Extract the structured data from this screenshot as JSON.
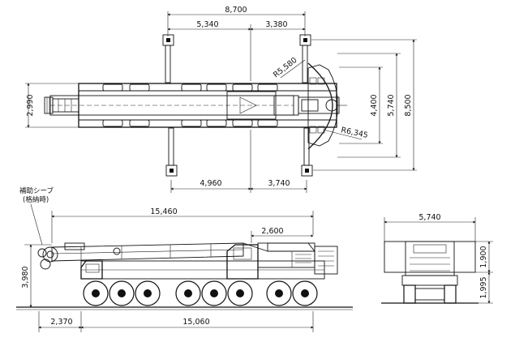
{
  "top_view": {
    "overall_outrigger_span": "8,700",
    "front_outrigger_to_center": "5,340",
    "center_to_rear_outrigger": "3,380",
    "lower_front_span": "4,960",
    "lower_rear_span": "3,740",
    "counterweight_radius": "R5,580",
    "tail_radius": "R6,345",
    "carrier_width": "2,990",
    "outrigger_width_inner": "4,400",
    "outrigger_width_mid": "5,740",
    "outrigger_width_outer": "8,500"
  },
  "side_view": {
    "auxiliary_sheave_note_line1": "補助シーブ",
    "auxiliary_sheave_note_line2": "(格納時)",
    "boom_length": "15,460",
    "cab_offset": "2,600",
    "overall_height": "3,980",
    "front_overhang": "2,370",
    "overall_length": "15,060"
  },
  "rear_view": {
    "width": "5,740",
    "upper_height": "1,900",
    "lower_height": "1,995"
  },
  "colors": {
    "line": "#111111",
    "background": "#ffffff"
  }
}
